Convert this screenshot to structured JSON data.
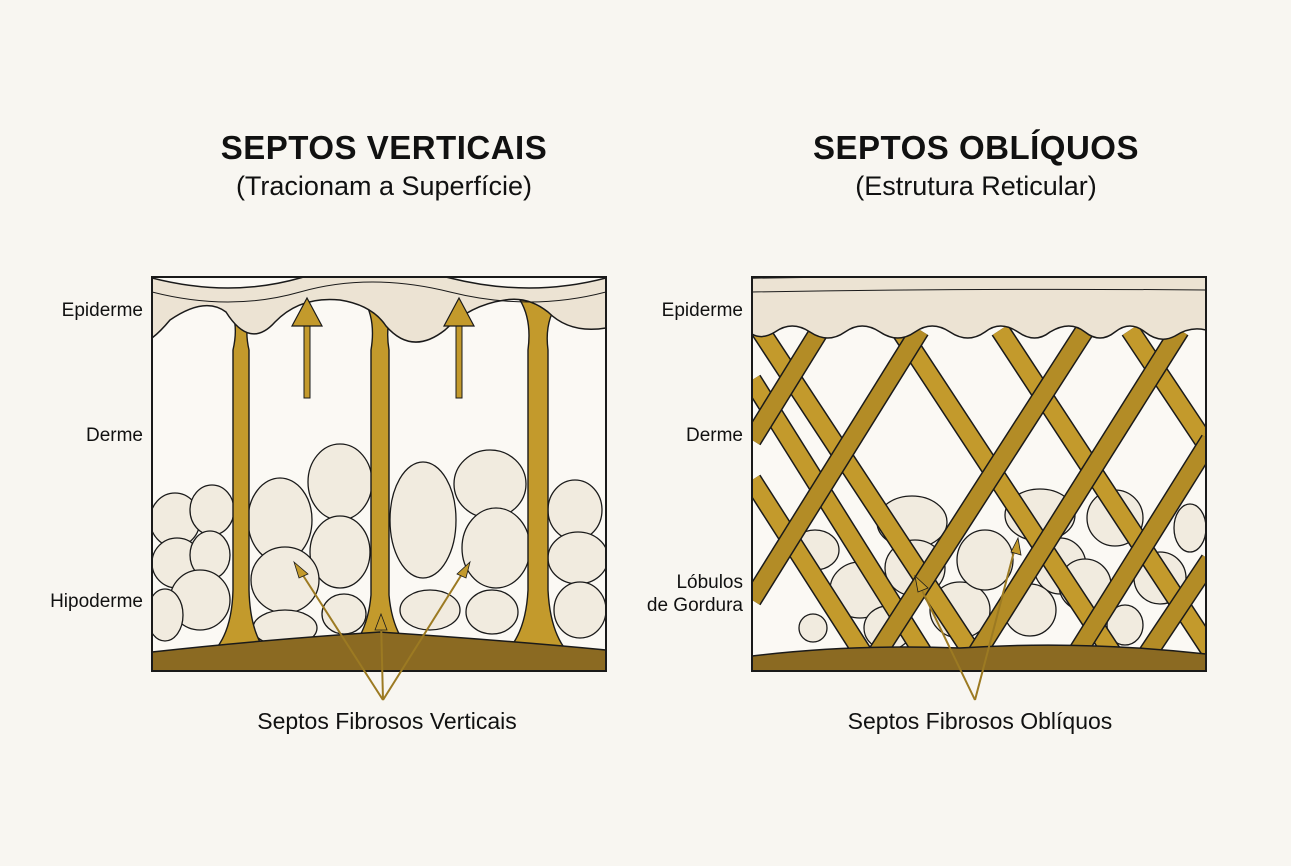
{
  "left_panel": {
    "title": "SEPTOS VERTICAIS",
    "subtitle": "(Tracionam a Superfície)",
    "labels": [
      "Epiderme",
      "Derme",
      "Hipoderme"
    ],
    "caption": "Septos Fibrosos Verticais"
  },
  "right_panel": {
    "title": "SEPTOS OBLÍQUOS",
    "subtitle": "(Estrutura Reticular)",
    "labels": [
      "Epiderme",
      "Derme",
      "Lóbulos",
      "de Gordura"
    ],
    "caption": "Septos Fibrosos Oblíquos"
  },
  "colors": {
    "background": "#f8f6f1",
    "epidermis": "#ece3d3",
    "septa": "#c39a2c",
    "septa_dark": "#9c7a22",
    "base": "#8b6a22",
    "fat_lobule": "#f1ebdf",
    "outline": "#1a1a1a"
  }
}
